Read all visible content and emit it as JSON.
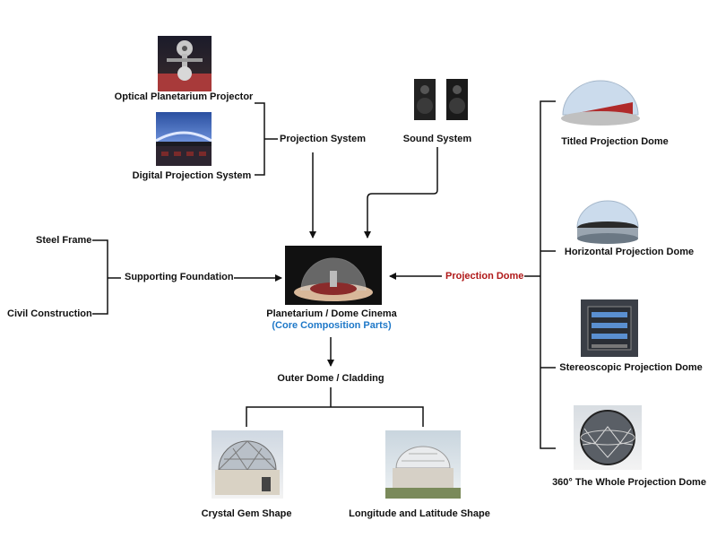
{
  "nodes": {
    "optical_projector": "Optical Planetarium Projector",
    "digital_projection": "Digital Projection System",
    "projection_system": "Projection System",
    "sound_system": "Sound System",
    "steel_frame": "Steel Frame",
    "civil_construction": "Civil Construction",
    "supporting_foundation": "Supporting Foundation",
    "core_title": "Planetarium / Dome Cinema",
    "core_subtitle": "(Core Composition Parts)",
    "projection_dome": "Projection Dome",
    "outer_dome": "Outer Dome / Cladding",
    "crystal_gem": "Crystal Gem Shape",
    "longitude_latitude": "Longitude and Latitude Shape",
    "titled_dome": "Titled Projection Dome",
    "horizontal_dome": "Horizontal Projection Dome",
    "stereoscopic_dome": "Stereoscopic Projection Dome",
    "whole_dome": "360° The Whole Projection Dome"
  },
  "colors": {
    "projection_dome_label": "#b01818",
    "core_subtitle": "#1e78c8",
    "line": "#111111"
  }
}
